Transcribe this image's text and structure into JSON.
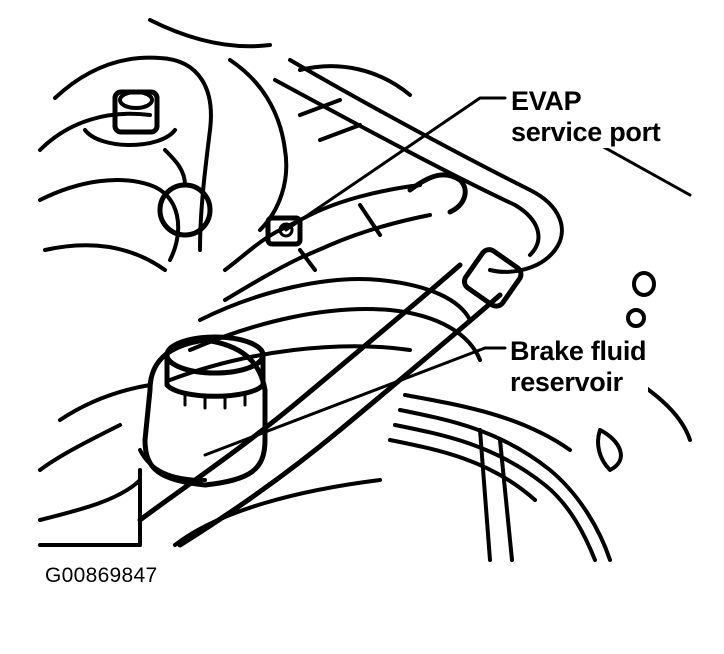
{
  "callouts": {
    "evap_line1": "EVAP",
    "evap_line2": "service port",
    "brake_line1": "Brake fluid",
    "brake_line2": "reservoir"
  },
  "figure_id": "G00869847",
  "colors": {
    "ink": "#000000",
    "paper": "#ffffff"
  }
}
